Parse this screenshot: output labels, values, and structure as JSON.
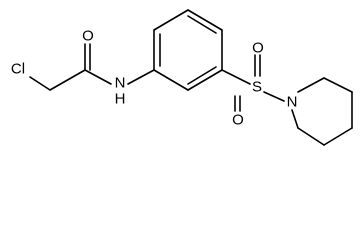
{
  "molecule": {
    "atoms": {
      "cl": "Cl",
      "o_carbonyl": "O",
      "n_amide": "N",
      "h_amide": "H",
      "s": "S",
      "o_sulfonyl_top": "O",
      "o_sulfonyl_bottom": "O",
      "n_piperidine": "N"
    }
  },
  "colors": {
    "bond": "#000000",
    "background": "#ffffff"
  }
}
